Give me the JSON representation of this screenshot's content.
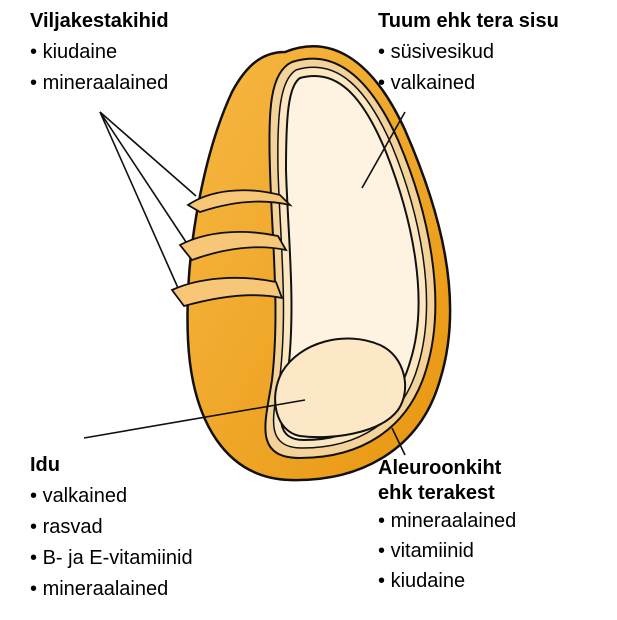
{
  "bran": {
    "title": "Viljakestakihid",
    "items": [
      "kiudaine",
      "mineraalained"
    ]
  },
  "endosperm": {
    "title": "Tuum ehk tera sisu",
    "items": [
      "süsivesikud",
      "valkained"
    ]
  },
  "germ": {
    "title": "Idu",
    "items": [
      "valkained",
      "rasvad",
      "B- ja E-vitamiinid",
      "mineraalained"
    ]
  },
  "aleurone": {
    "title_line1": "Aleuroonkiht",
    "title_line2": "ehk terakest",
    "items": [
      "mineraalained",
      "vitamiinid",
      "kiudaine"
    ]
  },
  "colors": {
    "outer": "#f0a92e",
    "outer_dark": "#e08e10",
    "inner": "#fdf3e0",
    "germ": "#fce7c6",
    "layer": "#f7c676",
    "stroke": "#111111"
  }
}
